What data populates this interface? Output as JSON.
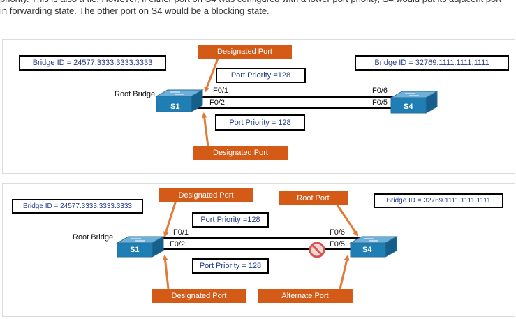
{
  "intro": {
    "line1": "priority. This is also a tie. However, if either port on S4 was configured with a lower port priority, S4 would put its adjacent port",
    "line2": "in forwarding state. The other port on S4 would be a blocking state."
  },
  "colors": {
    "accent_orange": "#d35b17",
    "switch_blue": "#1f7fb5",
    "blocked_red": "#d9534f"
  },
  "diagram1": {
    "bridge_id_s1": "Bridge ID = 24577.3333.3333.3333",
    "bridge_id_s4": "Bridge ID = 32769.1111.1111.1111",
    "root_bridge": "Root Bridge",
    "s1": "S1",
    "s4": "S4",
    "f01": "F0/1",
    "f02": "F0/2",
    "f06": "F0/6",
    "f05": "F0/5",
    "designated_top": "Designated Port",
    "designated_bottom": "Designated Port",
    "priority_top": "Port Priority =128",
    "priority_bottom": "Port Priority = 128"
  },
  "diagram2": {
    "bridge_id_s1": "Bridge ID = 24577.3333.3333.3333",
    "bridge_id_s4": "Bridge ID = 32769.1111.1111.1111",
    "root_bridge": "Root Bridge",
    "s1": "S1",
    "s4": "S4",
    "f01": "F0/1",
    "f02": "F0/2",
    "f06": "F0/6",
    "f05": "F0/5",
    "designated_top": "Designated Port",
    "designated_bottom": "Designated Port",
    "root_port": "Root Port",
    "alternate_port": "Alternate Port",
    "priority_top": "Port Priority =128",
    "priority_bottom": "Port Priority = 128",
    "blocked_icon": "blocked-icon"
  }
}
